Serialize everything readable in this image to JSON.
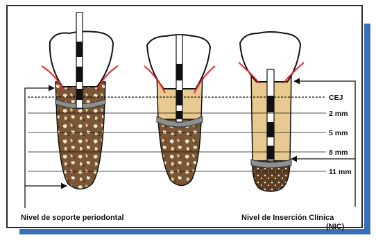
{
  "labels": {
    "cej": "CEJ",
    "mm2": "2 mm",
    "mm5": "5 mm",
    "mm8": "8 mm",
    "mm11": "11 mm"
  },
  "captions": {
    "left": "Nivel de soporte periodontal",
    "right_line1": "Nivel de Inserción Clínica",
    "right_line2": "(NIC)"
  },
  "colors": {
    "crown": "#ffffff",
    "root_upper": "#e8c98f",
    "bone": "#7a5634",
    "gingiva_line": "#e8262a",
    "attachment": "#8e8e8e",
    "frame_shadow": "#3a6fb7"
  }
}
